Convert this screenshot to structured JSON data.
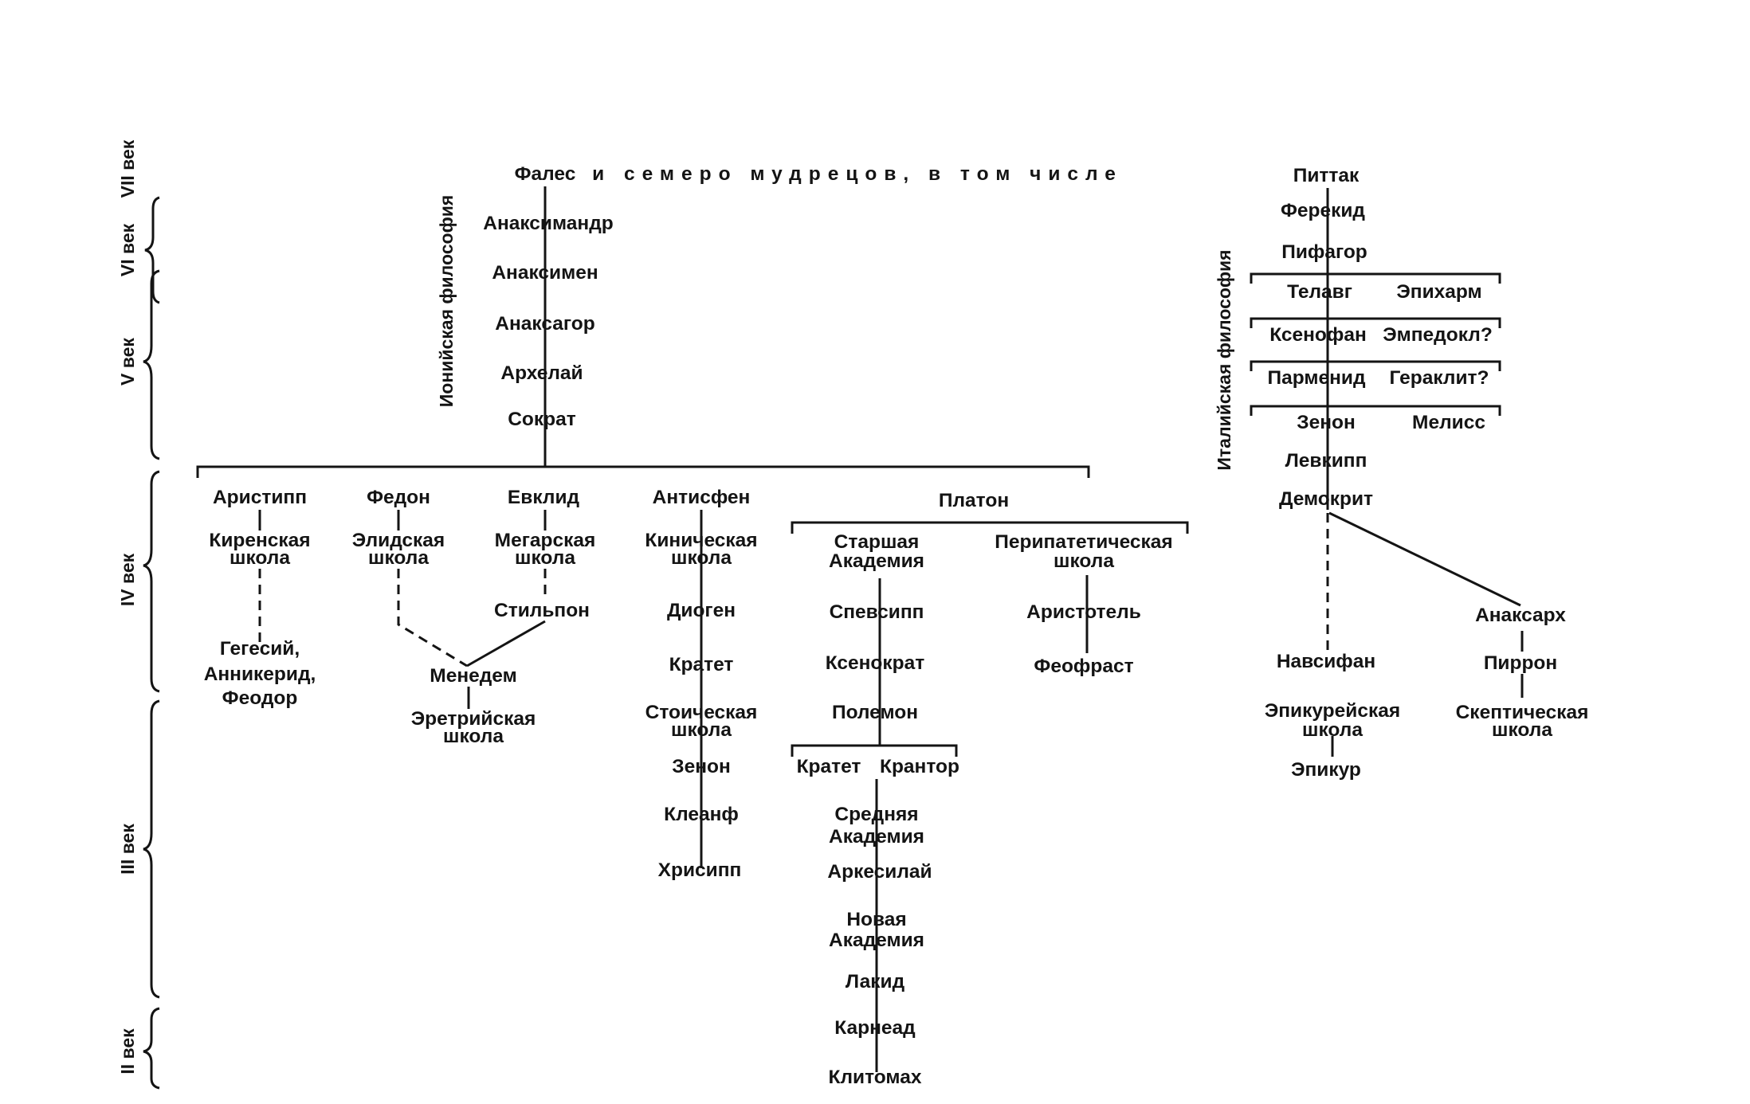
{
  "centuries": {
    "c7": "VII век",
    "c6": "VI век",
    "c5": "V век",
    "c4": "IV век",
    "c3": "III век",
    "c2": "II век"
  },
  "traditions": {
    "ionian": "Ионийская философия",
    "italian": "Италийская философия"
  },
  "top": {
    "thales": "Фалес",
    "sages": "и семеро мудрецов, в том числе"
  },
  "ionian": {
    "anaximander": "Анаксимандр",
    "anaximenes": "Анаксимен",
    "anaxagoras": "Анаксагор",
    "archelaus": "Архелай",
    "socrates": "Сократ"
  },
  "socratics": {
    "aristippus": "Аристипп",
    "cyrenaic": [
      "Киренская",
      "школа"
    ],
    "hegesias": [
      "Гегесий,",
      "Анникерид,",
      "Феодор"
    ],
    "phaedo": "Федон",
    "elian": [
      "Элидская",
      "школа"
    ],
    "euclid": "Евклид",
    "megarian": [
      "Мегарская",
      "школа"
    ],
    "stilpo": "Стильпон",
    "menedemus": "Менедем",
    "eretrian": [
      "Эретрийская",
      "школа"
    ]
  },
  "cynics": {
    "antisthenes": "Антисфен",
    "cynic_school": [
      "Киническая",
      "школа"
    ],
    "diogenes": "Диоген",
    "crates": "Кратет",
    "stoic_school": [
      "Стоическая",
      "школа"
    ],
    "zeno": "Зенон",
    "cleanthes": "Клеанф",
    "chrysippus": "Хрисипп"
  },
  "platonists": {
    "plato": "Платон",
    "old_academy": [
      "Старшая",
      "Академия"
    ],
    "speusippus": "Спевсипп",
    "xenocrates": "Ксенократ",
    "polemo": "Полемон",
    "crates": "Кратет",
    "crantor": "Крантор",
    "middle_academy": [
      "Средняя",
      "Академия"
    ],
    "arcesilaus": "Аркесилай",
    "new_academy": [
      "Новая",
      "Академия"
    ],
    "lacydes": "Лакид",
    "carneades": "Карнеад",
    "clitomachus": "Клитомах",
    "peripatetic": [
      "Перипатетическая",
      "школа"
    ],
    "aristotle": "Аристотель",
    "theophrastus": "Феофраст"
  },
  "italian": {
    "pittacus": "Питтак",
    "pherecydes": "Ферекид",
    "pythagoras": "Пифагор",
    "telauges": "Телавг",
    "epicharmus": "Эпихарм",
    "xenophanes": "Ксенофан",
    "empedocles": "Эмпедокл?",
    "parmenides": "Парменид",
    "heraclitus": "Гераклит?",
    "zeno": "Зенон",
    "melissus": "Мелисс",
    "leucippus": "Левкипп",
    "democritus": "Демокрит",
    "nausiphanes": "Навсифан",
    "epicurean": [
      "Эпикурейская",
      "школа"
    ],
    "epicurus": "Эпикур",
    "anaxarchus": "Анаксарх",
    "pyrrho": "Пиррон",
    "sceptic": [
      "Скептическая",
      "школа"
    ]
  }
}
